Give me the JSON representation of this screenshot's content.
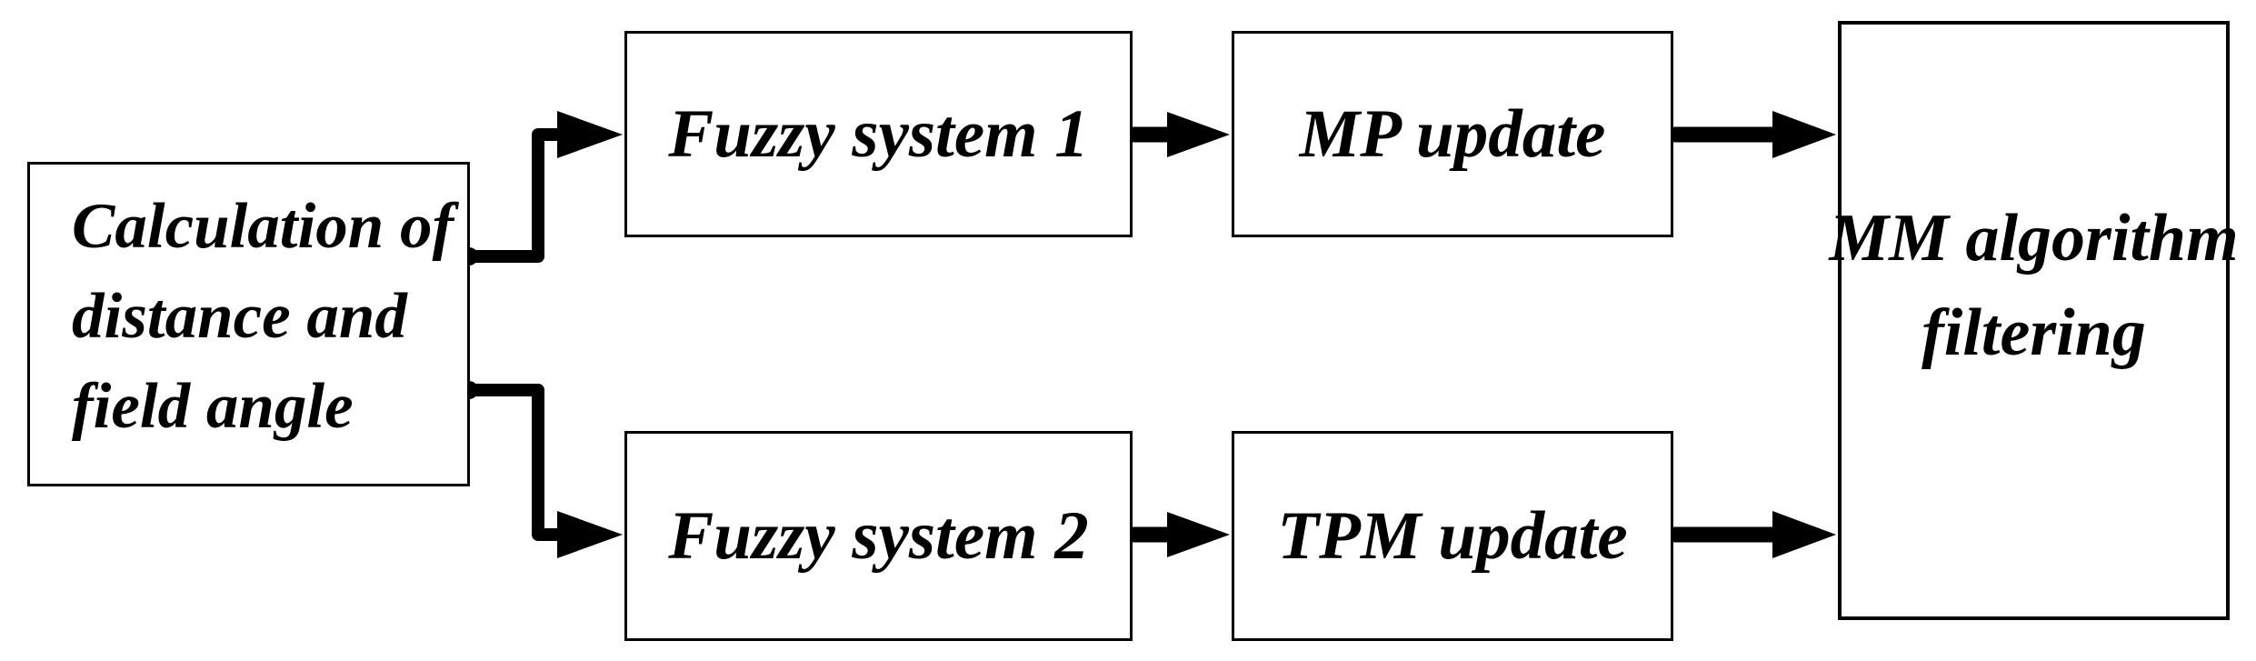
{
  "diagram": {
    "type": "flowchart",
    "background_color": "#ffffff",
    "line_color": "#000000",
    "text_color": "#000000",
    "nodes": {
      "calculation": {
        "lines": [
          "Calculation of",
          "distance and",
          "field angle"
        ]
      },
      "fuzzy1": {
        "label": "Fuzzy system 1"
      },
      "mp": {
        "label": "MP update"
      },
      "fuzzy2": {
        "label": "Fuzzy system 2"
      },
      "tpm": {
        "label": "TPM update"
      },
      "mm": {
        "lines": [
          "MM algorithm",
          "filtering"
        ]
      }
    },
    "edges": [
      {
        "from": "Calculation of distance and field angle",
        "to": "Fuzzy system 1"
      },
      {
        "from": "Calculation of distance and field angle",
        "to": "Fuzzy system 2"
      },
      {
        "from": "Fuzzy system 1",
        "to": "MP update"
      },
      {
        "from": "Fuzzy system 2",
        "to": "TPM update"
      },
      {
        "from": "MP update",
        "to": "MM algorithm filtering"
      },
      {
        "from": "TPM update",
        "to": "MM algorithm filtering"
      }
    ]
  }
}
